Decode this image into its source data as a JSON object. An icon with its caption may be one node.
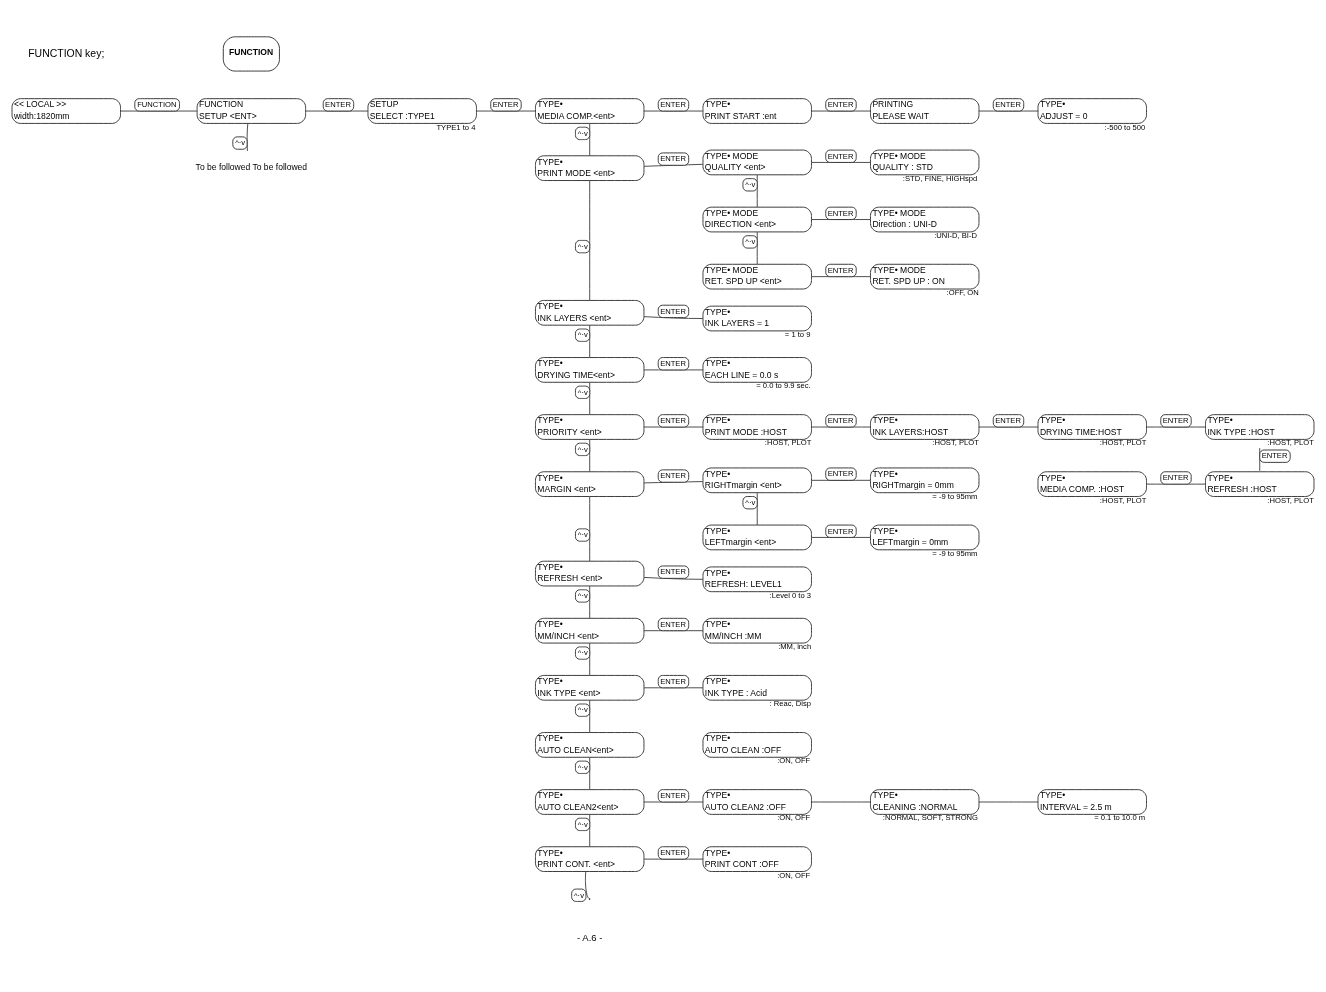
{
  "diagram": {
    "nodes": [
      {
        "text": [
          "FUNCTION"
        ]
      },
      {
        "text": [
          "<< LOCAL >>",
          "width:1820mm"
        ]
      },
      {
        "text": [
          "FUNCTION",
          "SETUP <ENT>"
        ]
      },
      {
        "text": [
          "SETUP",
          "SELECT :TYPE1"
        ],
        "beside": [
          "TYPE1 to 4"
        ]
      },
      {
        "text": [
          "TYPE•",
          "MEDIA COMP.<ent>"
        ]
      },
      {
        "text": [
          "TYPE•",
          "PRINT START :ent"
        ]
      },
      {
        "text": [
          "PRINTING",
          "PLEASE WAIT"
        ]
      },
      {
        "text": [
          "TYPE•",
          "ADJUST = 0"
        ],
        "beside": [
          ":-500 to 500"
        ]
      },
      {
        "text": [
          "TYPE•",
          "PRINT MODE <ent>"
        ]
      },
      {
        "text": [
          "TYPE• MODE",
          "QUALITY <ent>"
        ]
      },
      {
        "text": [
          "TYPE• MODE",
          "QUALITY : STD"
        ],
        "beside": [
          ":STD, FINE, HIGHspd"
        ]
      },
      {
        "text": [
          "TYPE• MODE",
          "DIRECTION <ent>"
        ]
      },
      {
        "text": [
          "TYPE• MODE",
          "Direction : UNI-D"
        ],
        "beside": [
          ":UNI-D, BI-D"
        ]
      },
      {
        "text": [
          "TYPE• MODE",
          "RET. SPD UP <ent>"
        ]
      },
      {
        "text": [
          "TYPE• MODE",
          "RET. SPD UP : ON"
        ],
        "beside": [
          ":OFF, ON"
        ]
      },
      {
        "text": [
          "TYPE•",
          "INK LAYERS <ent>"
        ]
      },
      {
        "text": [
          "TYPE•",
          "INK LAYERS = 1"
        ],
        "beside": [
          "= 1 to 9"
        ]
      },
      {
        "text": [
          "TYPE•",
          "DRYING TIME<ent>"
        ]
      },
      {
        "text": [
          "TYPE•",
          "EACH LINE = 0.0 s"
        ],
        "beside": [
          "= 0.0 to 9.9 sec."
        ]
      },
      {
        "text": [
          "TYPE•",
          "PRIORITY <ent>"
        ]
      },
      {
        "text": [
          "TYPE•",
          "PRINT MODE :HOST"
        ],
        "beside": [
          ":HOST, PLOT"
        ]
      },
      {
        "text": [
          "TYPE•",
          "INK LAYERS:HOST"
        ],
        "beside": [
          ":HOST, PLOT"
        ]
      },
      {
        "text": [
          "TYPE•",
          "DRYING TIME:HOST"
        ],
        "beside": [
          ":HOST, PLOT"
        ]
      },
      {
        "text": [
          "TYPE•",
          "INK TYPE :HOST"
        ],
        "beside": [
          ":HOST, PLOT"
        ]
      },
      {
        "text": [
          "TYPE•",
          "MEDIA COMP. :HOST"
        ],
        "beside": [
          ":HOST, PLOT"
        ]
      },
      {
        "text": [
          "TYPE•",
          "REFRESH :HOST"
        ],
        "beside": [
          ":HOST, PLOT"
        ]
      },
      {
        "text": [
          "TYPE•",
          "MARGIN <ent>"
        ]
      },
      {
        "text": [
          "TYPE•",
          "RIGHTmargin <ent>"
        ]
      },
      {
        "text": [
          "TYPE•",
          "RIGHTmargin = 0mm"
        ],
        "beside": [
          "= -9 to 95mm"
        ]
      },
      {
        "text": [
          "TYPE•",
          "LEFTmargin <ent>"
        ]
      },
      {
        "text": [
          "TYPE•",
          "LEFTmargin = 0mm"
        ],
        "beside": [
          "= -9 to 95mm"
        ]
      },
      {
        "text": [
          "TYPE•",
          "REFRESH <ent>"
        ]
      },
      {
        "text": [
          "TYPE•",
          "REFRESH: LEVEL1"
        ],
        "beside": [
          ":Level 0 to 3"
        ]
      },
      {
        "text": [
          "TYPE•",
          "MM/INCH <ent>"
        ]
      },
      {
        "text": [
          "TYPE•",
          "MM/INCH :MM"
        ],
        "beside": [
          ":MM, inch"
        ]
      },
      {
        "text": [
          "TYPE•",
          "INK TYPE <ent>"
        ]
      },
      {
        "text": [
          "TYPE•",
          "INK TYPE : Acid"
        ],
        "beside": [
          ": Reac, Disp"
        ]
      },
      {
        "text": [
          "TYPE•",
          "AUTO CLEAN<ent>"
        ]
      },
      {
        "text": [
          "TYPE•",
          "AUTO CLEAN :OFF"
        ],
        "beside": [
          ":ON, OFF"
        ]
      },
      {
        "text": [
          "TYPE•",
          "AUTO CLEAN2<ent>"
        ]
      },
      {
        "text": [
          "TYPE•",
          "AUTO CLEAN2 :OFF"
        ],
        "beside": [
          ":ON, OFF"
        ]
      },
      {
        "text": [
          "TYPE•",
          "CLEANING :NORMAL"
        ],
        "beside": [
          ":NORMAL, SOFT, STRONG"
        ]
      },
      {
        "text": [
          "TYPE•",
          "INTERVAL = 2.5 m"
        ],
        "beside": [
          "= 0.1 to 10.0 m"
        ]
      },
      {
        "text": [
          "TYPE•",
          "PRINT CONT. <ent>"
        ]
      },
      {
        "text": [
          "TYPE•",
          "PRINT CONT :OFF"
        ],
        "beside": [
          ":ON, OFF"
        ]
      },
      {
        "text": [
          "To be followed To be followed"
        ]
      }
    ],
    "edges": [
      {
        "from": 1,
        "to": 2,
        "arrow": "none",
        "label": "FUNCTION"
      },
      {
        "from": 2,
        "to": 3,
        "arrow": "none",
        "label": "ENTER"
      },
      {
        "from": 3,
        "to": 4,
        "arrow": "none",
        "label": "ENTER"
      },
      {
        "from": 4,
        "to": 5,
        "arrow": "none",
        "label": "ENTER"
      },
      {
        "from": 5,
        "to": 6,
        "arrow": "none",
        "label": "ENTER"
      },
      {
        "from": 6,
        "to": 7,
        "arrow": "none",
        "label": "ENTER"
      },
      {
        "from": 2,
        "to": 45,
        "arrow": "none",
        "label": "^·v"
      },
      {
        "from": 4,
        "to": 8,
        "arrow": "none",
        "label": "^·v"
      },
      {
        "from": 8,
        "to": 9,
        "arrow": "none",
        "label": "ENTER"
      },
      {
        "from": 9,
        "to": 10,
        "arrow": "none",
        "label": "ENTER"
      },
      {
        "from": 9,
        "to": 11,
        "arrow": "none",
        "label": "^·v"
      },
      {
        "from": 11,
        "to": 12,
        "arrow": "none",
        "label": "ENTER"
      },
      {
        "from": 11,
        "to": 13,
        "arrow": "none",
        "label": "^·v"
      },
      {
        "from": 13,
        "to": 14,
        "arrow": "none",
        "label": "ENTER"
      },
      {
        "from": 8,
        "to": 15,
        "arrow": "none",
        "label": "^·v"
      },
      {
        "from": 15,
        "to": 16,
        "arrow": "none",
        "label": "ENTER"
      },
      {
        "from": 15,
        "to": 17,
        "arrow": "none",
        "label": "^·v"
      },
      {
        "from": 17,
        "to": 18,
        "arrow": "none",
        "label": "ENTER"
      },
      {
        "from": 17,
        "to": 19,
        "arrow": "none",
        "label": "^·v"
      },
      {
        "from": 19,
        "to": 20,
        "arrow": "none",
        "label": "ENTER"
      },
      {
        "from": 20,
        "to": 21,
        "arrow": "none",
        "label": "ENTER"
      },
      {
        "from": 21,
        "to": 22,
        "arrow": "none",
        "label": "ENTER"
      },
      {
        "from": 22,
        "to": 23,
        "arrow": "none",
        "label": "ENTER"
      },
      {
        "from": 23,
        "to": 25,
        "arrow": "none",
        "label": "ENTER"
      },
      {
        "from": 25,
        "to": 24,
        "arrow": "none",
        "label": "ENTER"
      },
      {
        "from": 19,
        "to": 26,
        "arrow": "none",
        "label": "^·v"
      },
      {
        "from": 26,
        "to": 27,
        "arrow": "none",
        "label": "ENTER"
      },
      {
        "from": 27,
        "to": 28,
        "arrow": "none",
        "label": "ENTER"
      },
      {
        "from": 27,
        "to": 29,
        "arrow": "none",
        "label": "^·v"
      },
      {
        "from": 29,
        "to": 30,
        "arrow": "none",
        "label": "ENTER"
      },
      {
        "from": 26,
        "to": 31,
        "arrow": "none",
        "label": "^·v"
      },
      {
        "from": 31,
        "to": 32,
        "arrow": "none",
        "label": "ENTER"
      },
      {
        "from": 31,
        "to": 33,
        "arrow": "none",
        "label": "^·v"
      },
      {
        "from": 33,
        "to": 34,
        "arrow": "none",
        "label": "ENTER"
      },
      {
        "from": 33,
        "to": 35,
        "arrow": "none",
        "label": "^·v"
      },
      {
        "from": 35,
        "to": 36,
        "arrow": "none",
        "label": "ENTER"
      },
      {
        "from": 35,
        "to": 37,
        "arrow": "none",
        "label": "^·v"
      },
      {
        "from": 37,
        "to": 39,
        "arrow": "none",
        "label": "^·v"
      },
      {
        "from": 39,
        "to": 40,
        "arrow": "none",
        "label": "ENTER"
      },
      {
        "from": 40,
        "to": 41,
        "arrow": "none"
      },
      {
        "from": 41,
        "to": 42,
        "arrow": "none"
      },
      {
        "from": 39,
        "to": 43,
        "arrow": "none",
        "label": "^·v"
      },
      {
        "from": 43,
        "to": 44,
        "arrow": "none",
        "label": "ENTER"
      },
      {
        "from": 43,
        "to": null,
        "arrow": "none",
        "label": "^·v"
      }
    ],
    "labels": [
      "FUNCTION key;",
      "- A.6 -"
    ]
  }
}
